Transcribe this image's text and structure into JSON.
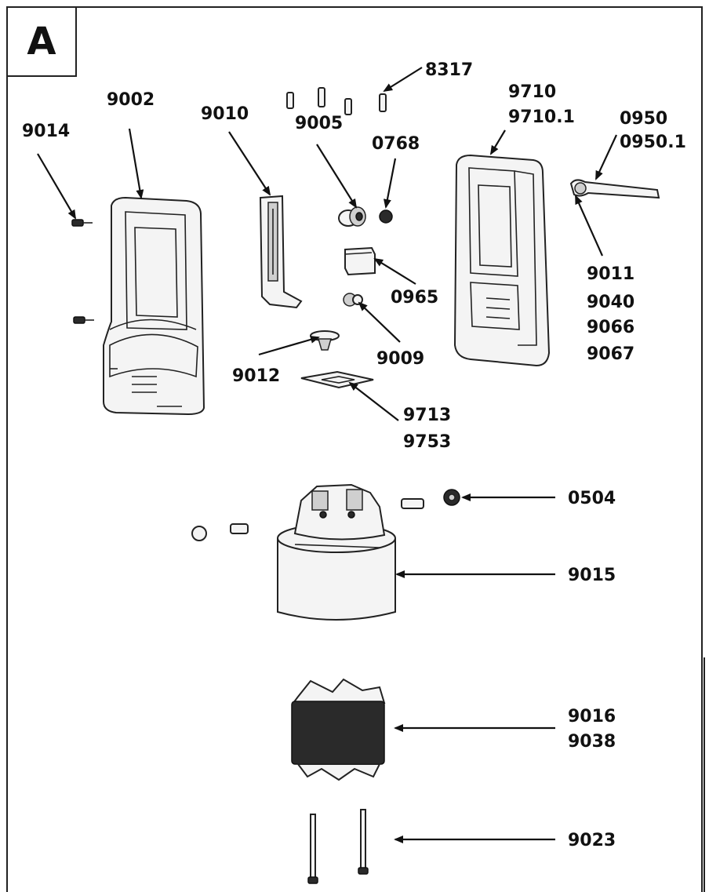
{
  "section_letter": "A",
  "labels": {
    "p8317": "8317",
    "p9002": "9002",
    "p9010": "9010",
    "p9005": "9005",
    "p0768": "0768",
    "p9710": "9710",
    "p9710_1": "9710.1",
    "p0950": "0950",
    "p0950_1": "0950.1",
    "p9014": "9014",
    "p9011": "9011",
    "p9040": "9040",
    "p9066": "9066",
    "p9067": "9067",
    "p0965": "0965",
    "p9009": "9009",
    "p9012": "9012",
    "p9713": "9713",
    "p9753": "9753",
    "p0504": "0504",
    "p9015": "9015",
    "p9016": "9016",
    "p9038": "9038",
    "p9023": "9023"
  }
}
